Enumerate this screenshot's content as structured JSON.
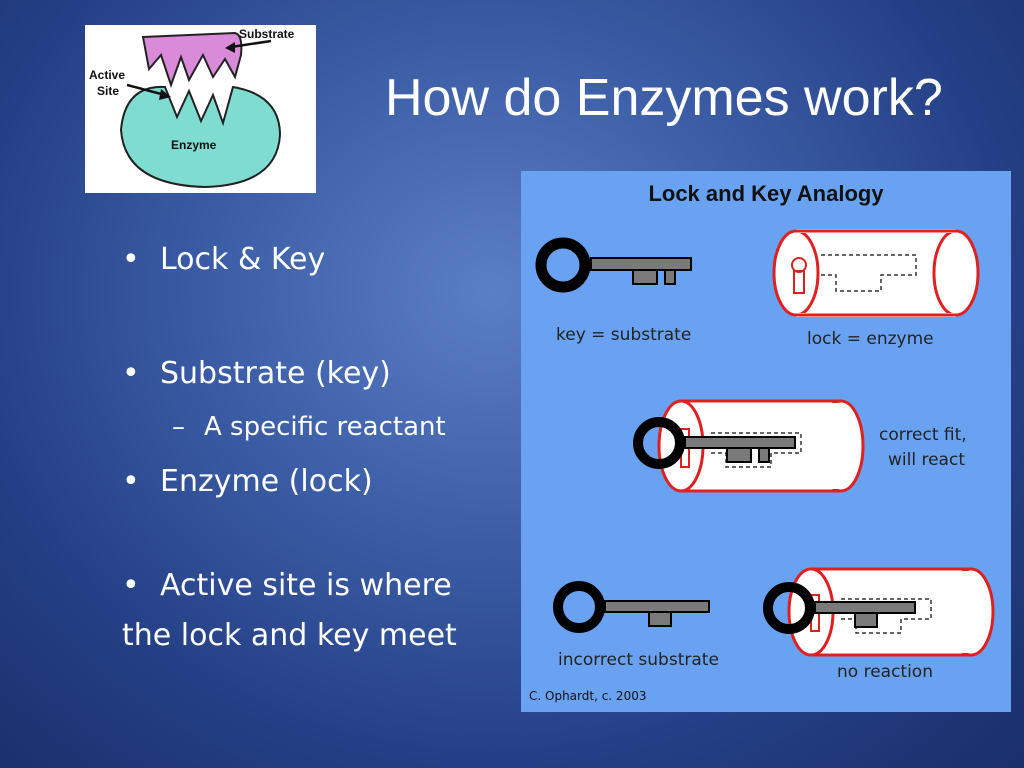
{
  "slide": {
    "title": "How do Enzymes work?"
  },
  "enzyme_figure": {
    "substrate_label": "Substrate",
    "active_site_label_line1": "Active",
    "active_site_label_line2": "Site",
    "enzyme_label": "Enzyme"
  },
  "bullets": {
    "item1": "Lock & Key",
    "item2": "Substrate (key)",
    "item2_sub": "A specific reactant",
    "item3": "Enzyme (lock)",
    "item4_line1": "Active site is where",
    "item4_line2": "the lock and key meet",
    "bullet_char": "•",
    "dash_char": "–"
  },
  "lock_key_figure": {
    "title": "Lock and Key Analogy",
    "key_label": "key = substrate",
    "lock_label": "lock = enzyme",
    "correct_label_line1": "correct fit,",
    "correct_label_line2": "will react",
    "incorrect_label": "incorrect substrate",
    "no_reaction_label": "no reaction",
    "credit": "C. Ophardt, c. 2003"
  },
  "colors": {
    "background": "#3d5fa8",
    "panel": "#6aa2f2",
    "enzyme_fill": "#7fdcd0",
    "substrate_fill": "#d98ad8",
    "lock_outline": "#e02020",
    "key_gray": "#7a7a7a"
  }
}
